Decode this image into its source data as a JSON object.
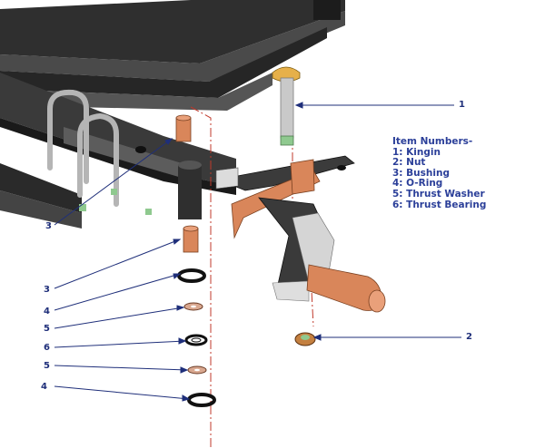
{
  "legend": {
    "title": "Item Numbers-",
    "items": [
      "1: Kingin",
      "2: Nut",
      "3: Bushing",
      "4: O-Ring",
      "5: Thrust Washer",
      "6: Thrust Bearing"
    ]
  },
  "callouts": {
    "kingpin": "1",
    "nut": "2",
    "bushing_upper": "3",
    "bushing_lower": "3",
    "oring_upper": "4",
    "washer_upper": "5",
    "thrust_bearing": "6",
    "washer_lower": "5",
    "oring_lower": "4"
  },
  "colors": {
    "leader": "#1f2f7a",
    "centerline": "#c0392b",
    "axle": "#3a3a3a",
    "copper": "#d9865a",
    "green_band": "#8fc98f"
  }
}
